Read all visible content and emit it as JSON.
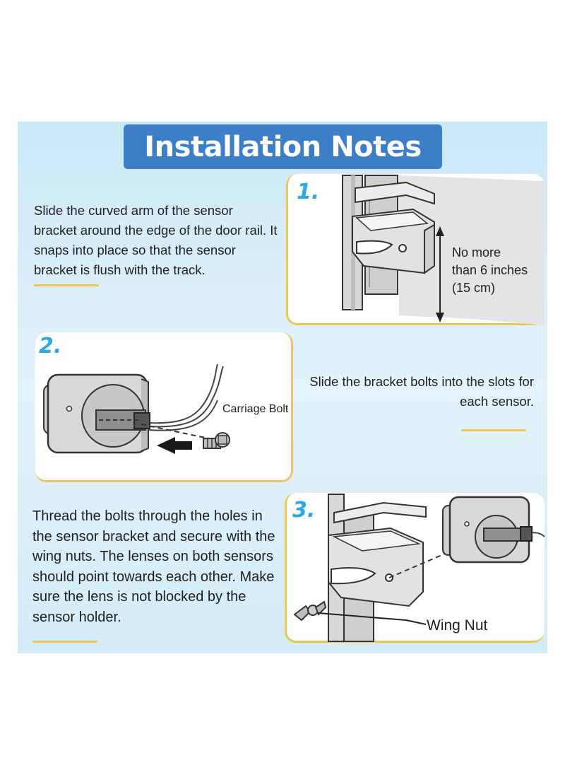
{
  "title": "Installation Notes",
  "steps": [
    {
      "number": "1.",
      "text": "Slide the curved arm of the sensor bracket around the edge of the door rail. It snaps into place so that the sensor bracket is flush with the track.",
      "label_lines": [
        "No more",
        "than 6 inches",
        "(15 cm)"
      ]
    },
    {
      "number": "2.",
      "text": "Slide the bracket bolts into the slots for each sensor.",
      "label": "Carriage Bolt"
    },
    {
      "number": "3.",
      "text": "Thread the bolts through the holes in the sensor bracket and secure with the wing nuts. The lenses on both sensors should point towards each other. Make sure the lens is not blocked by the sensor holder.",
      "label": "Wing Nut"
    }
  ],
  "colors": {
    "title_bg": "#3d7ec9",
    "step_number": "#2ca9e1",
    "accent": "#efc55a",
    "panel_bg": "#d6eef9"
  }
}
